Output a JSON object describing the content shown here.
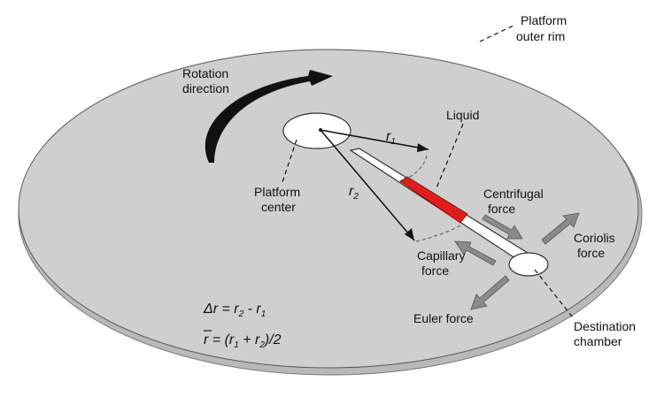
{
  "labels": {
    "outer_rim_1": "Platform",
    "outer_rim_2": "outer rim",
    "rotation_1": "Rotation",
    "rotation_2": "direction",
    "liquid": "Liquid",
    "center_1": "Platform",
    "center_2": "center",
    "centrifugal_1": "Centrifugal",
    "centrifugal_2": "force",
    "coriolis_1": "Coriolis",
    "coriolis_2": "force",
    "capillary_1": "Capillary",
    "capillary_2": "force",
    "euler": "Euler force",
    "destination_1": "Destination",
    "destination_2": "chamber",
    "r1": "r",
    "r1_sub": "1",
    "r2": "r",
    "r2_sub": "2"
  },
  "equations": {
    "delta": "Δr = r",
    "delta_sub2": "2",
    "delta_minus": " - r",
    "delta_sub1": "1",
    "mean_lhs": "r",
    "mean_mid": " = (r",
    "mean_sub1": "1",
    "mean_plus": " + r",
    "mean_sub2": "2",
    "mean_end": ")/2"
  },
  "colors": {
    "platform": "#cfcfcf",
    "platform_edge": "#9a9a9a",
    "liquid": "#e11d1d",
    "arrow_gray": "#8a8a8a"
  }
}
